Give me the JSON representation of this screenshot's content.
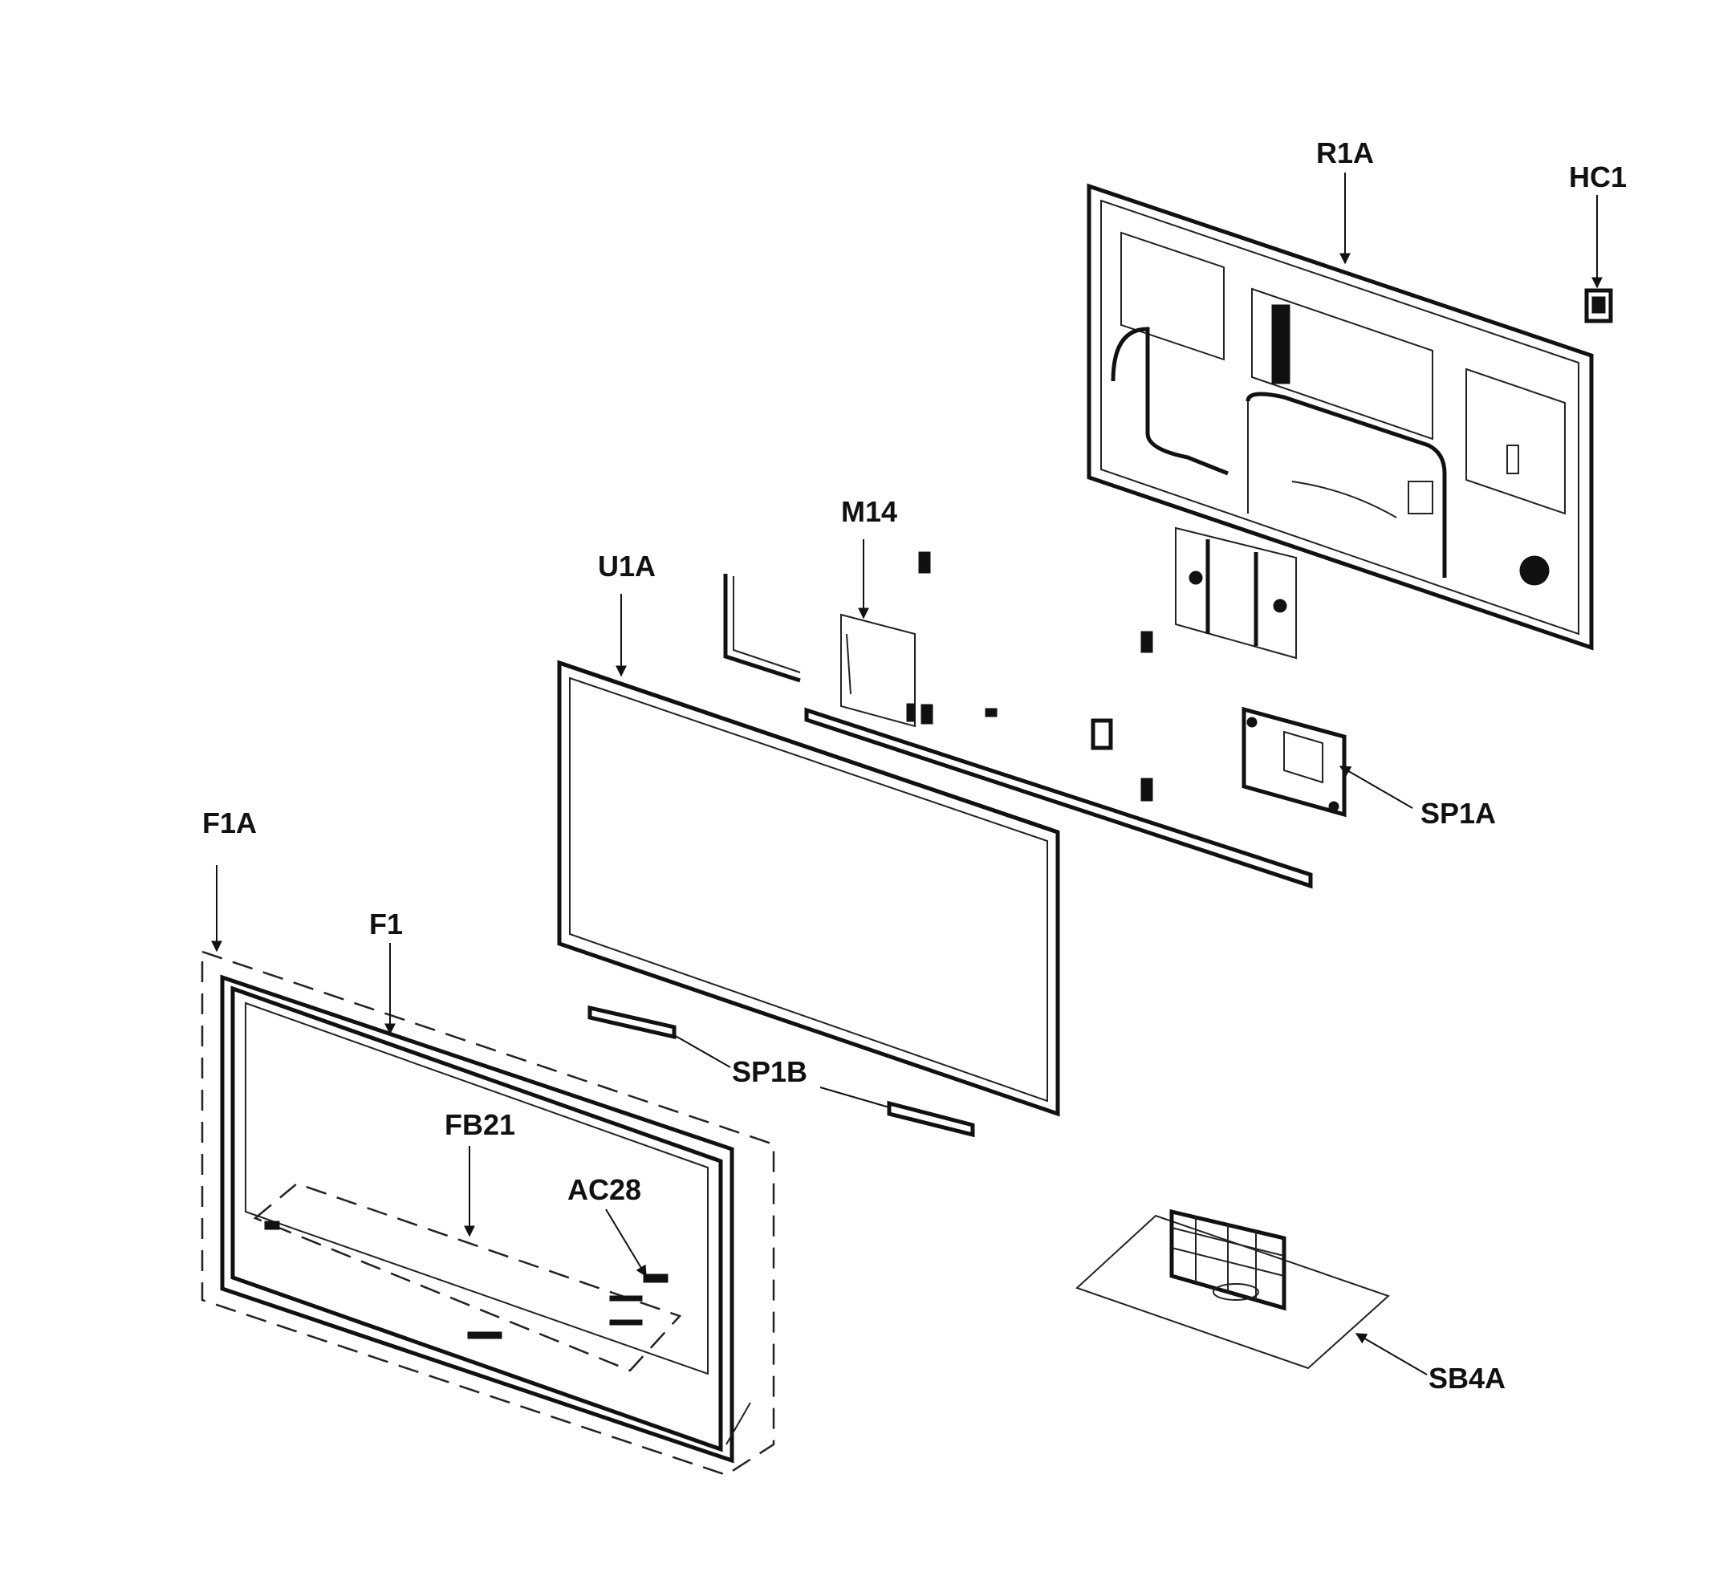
{
  "diagram": {
    "type": "exploded-parts-view",
    "colors": {
      "ink": "#111111",
      "background": "#ffffff"
    },
    "callouts": [
      {
        "id": "r1a",
        "label": "R1A"
      },
      {
        "id": "hc1",
        "label": "HC1"
      },
      {
        "id": "m14",
        "label": "M14"
      },
      {
        "id": "u1a",
        "label": "U1A"
      },
      {
        "id": "sp1a",
        "label": "SP1A"
      },
      {
        "id": "f1a",
        "label": "F1A"
      },
      {
        "id": "f1",
        "label": "F1"
      },
      {
        "id": "sp1b",
        "label": "SP1B"
      },
      {
        "id": "fb21",
        "label": "FB21"
      },
      {
        "id": "ac28",
        "label": "AC28"
      },
      {
        "id": "sb4a",
        "label": "SB4A"
      }
    ]
  }
}
